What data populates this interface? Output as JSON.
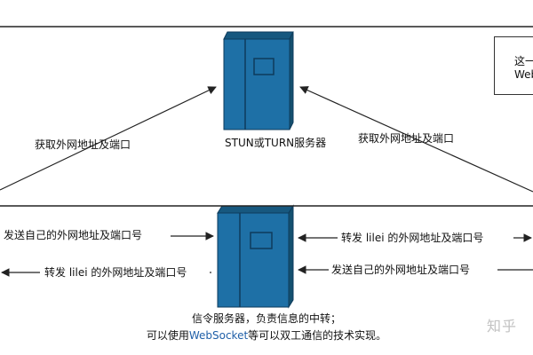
{
  "stun_server": {
    "label": "STUN或TURN服务器"
  },
  "signal_server": {
    "caption_line1": "信令服务器，负责信息的中转；",
    "caption_line2_prefix": "可以使用",
    "caption_line2_highlight": "WebSocket",
    "caption_line2_suffix": "等可以双工通信的技术实现。"
  },
  "arrows": {
    "left_to_stun": "获取外网地址及端口",
    "right_to_stun": "获取外网地址及端口",
    "left_send_own": "发送自己的外网地址及端口号",
    "left_forward": "转发 lilei 的外网地址及端口号",
    "right_forward": "转发 lilei 的外网地址及端口号",
    "right_send_own": "发送自己的外网地址及端口号"
  },
  "note": {
    "line1": "这一",
    "line2": "Web"
  },
  "watermark": "知乎",
  "colors": {
    "server_fill": "#1e70a6",
    "server_dark": "#17587f",
    "server_stroke": "#0e3b5c",
    "line": "#222222"
  }
}
